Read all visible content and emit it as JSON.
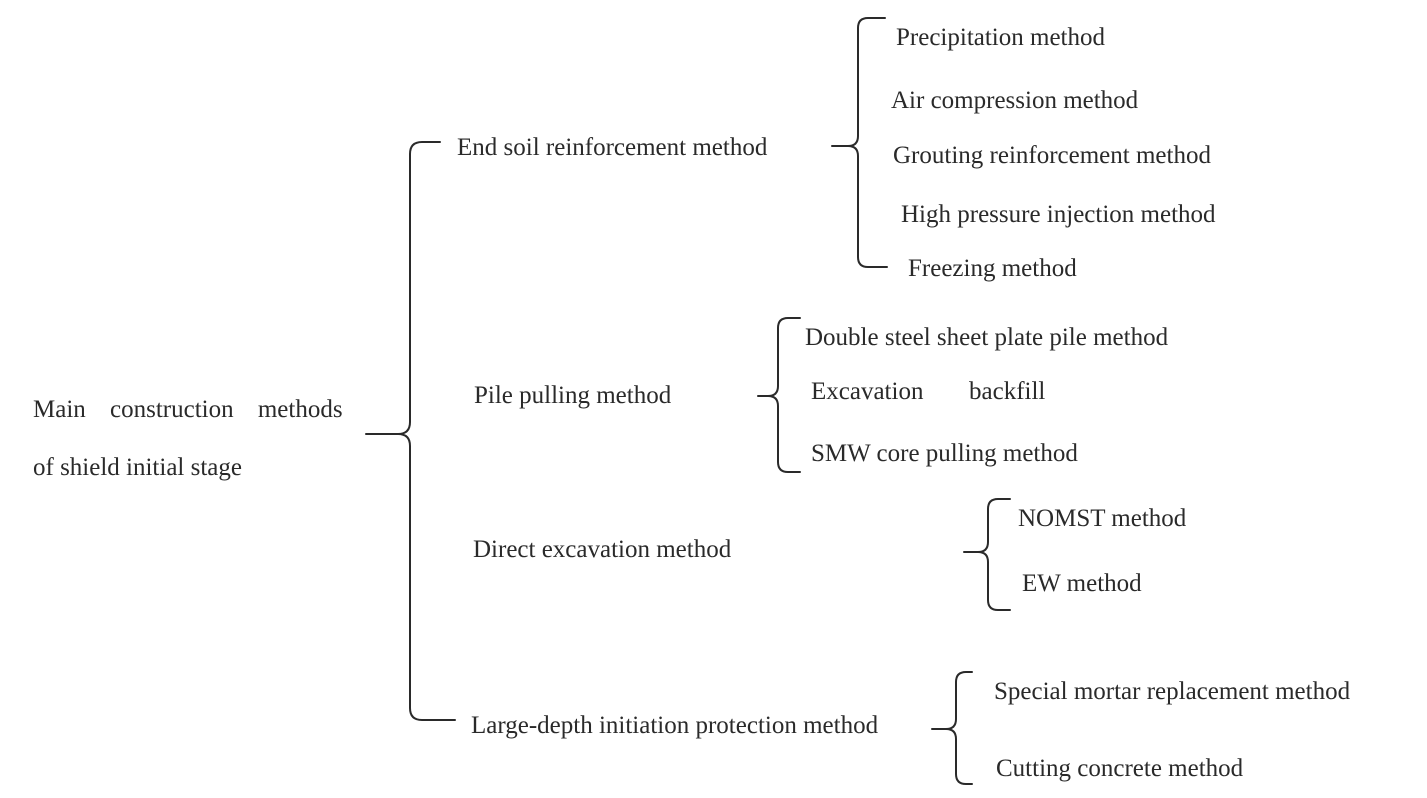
{
  "root": {
    "line1": "Main construction methods",
    "line2": "of shield initial stage"
  },
  "categories": [
    {
      "label": "End soil reinforcement method",
      "methods": [
        "Precipitation method",
        "Air compression method",
        "Grouting reinforcement method",
        "High pressure injection method",
        "Freezing method"
      ]
    },
    {
      "label": "Pile pulling method",
      "methods": [
        "Double steel sheet plate pile method",
        "Excavation",
        "backfill",
        "SMW core pulling method"
      ]
    },
    {
      "label": "Direct excavation method",
      "methods": [
        "NOMST method",
        "EW method"
      ]
    },
    {
      "label": "Large-depth initiation protection method",
      "methods": [
        "Special mortar replacement method",
        "Cutting concrete method"
      ]
    }
  ],
  "colors": {
    "text": "#2a2a2a",
    "stroke": "#2a2a2a",
    "background": "#ffffff"
  }
}
